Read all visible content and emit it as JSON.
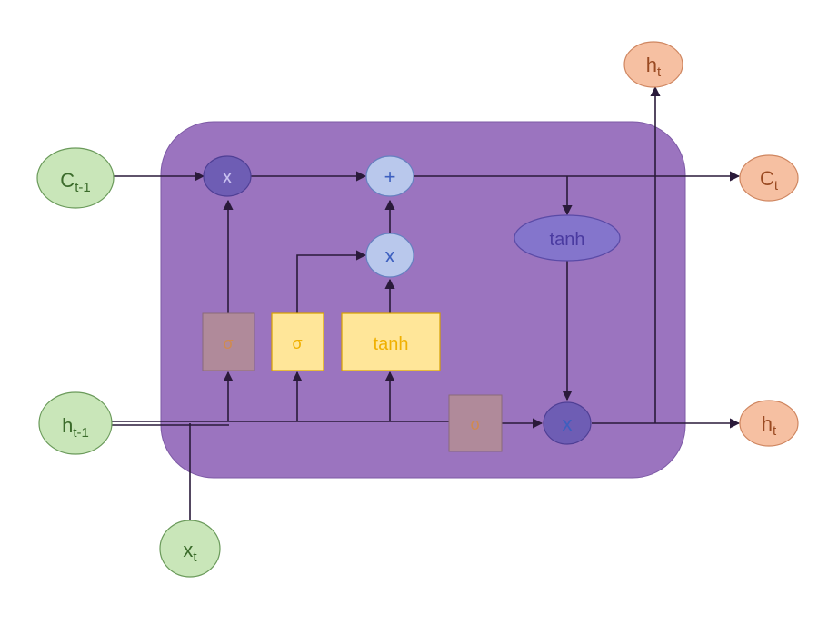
{
  "colors": {
    "cell_fill": "#9b74bf",
    "cell_stroke": "#7d5aa6",
    "line": "#2a1a3a",
    "green_fill": "#c9e6b9",
    "green_stroke": "#6a9a5a",
    "green_text": "#3b6b2b",
    "orange_fill": "#f6c0a2",
    "orange_stroke": "#cf8660",
    "orange_text": "#9a4a22",
    "op_dark_fill": "#6e5db4",
    "op_dark_stroke": "#4f3f95",
    "op_dark_text": "#c8c0f0",
    "op_light_fill": "#b9c8ec",
    "op_light_stroke": "#6680c0",
    "op_light_text": "#3d5fbf",
    "sigma_muted_fill": "#b08a9a",
    "sigma_muted_stroke": "#8a6a78",
    "sigma_muted_text": "#d08a50",
    "gate_yellow_fill": "#ffe699",
    "gate_yellow_stroke": "#d6a100",
    "gate_yellow_text": "#f0b000",
    "tanh_ellipse_fill": "#8475cc",
    "tanh_ellipse_stroke": "#5a4aa6",
    "tanh_ellipse_text": "#4a3aa0"
  },
  "inputs": {
    "c_prev": {
      "base": "C",
      "sub": "t-1"
    },
    "h_prev": {
      "base": "h",
      "sub": "t-1"
    },
    "x_t": {
      "base": "x",
      "sub": "t"
    }
  },
  "outputs": {
    "h_top": {
      "base": "h",
      "sub": "t"
    },
    "c_t": {
      "base": "C",
      "sub": "t"
    },
    "h_t": {
      "base": "h",
      "sub": "t"
    }
  },
  "ops": {
    "forget_multiply": "x",
    "add": "+",
    "input_multiply": "x",
    "output_multiply": "x"
  },
  "gates": {
    "forget_sigma": "σ",
    "input_sigma": "σ",
    "candidate_tanh": "tanh",
    "output_sigma": "σ",
    "cell_tanh": "tanh"
  }
}
